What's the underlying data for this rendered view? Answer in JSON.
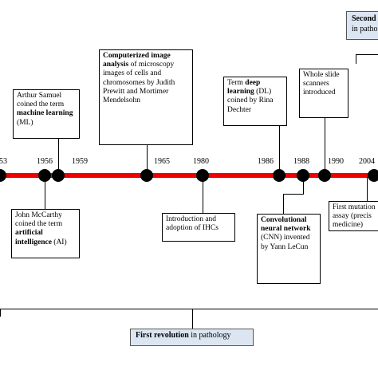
{
  "years": [
    "53",
    "1956",
    "1959",
    "1965",
    "1980",
    "1986",
    "1988",
    "1990",
    "2004"
  ],
  "events": {
    "samuel": {
      "pre": "Arthur Samuel coined the term ",
      "bold": "machine learning",
      "post": " (ML)"
    },
    "mccarthy": {
      "pre": "John McCarthy coined the term ",
      "bold": "artificial intelligence",
      "post": " (AI)"
    },
    "image_analysis": {
      "pre": "",
      "bold": "Computerized image analysis",
      "post": " of microscopy images of cells and chromosomes by Judith Prewitt and Mortimer Mendelsohn"
    },
    "ihc": {
      "text": "Introduction and adoption of IHCs"
    },
    "deep_learning": {
      "pre": "Term ",
      "bold": "deep learning",
      "post": " (DL) coined by Rina Dechter"
    },
    "cnn": {
      "pre": "",
      "bold": "Convolutional neural network",
      "post": " (CNN) invented by Yann LeCun"
    },
    "scanners": {
      "text": "Whole slide scanners introduced"
    },
    "mutation": {
      "text": "First mutation assay (precis medicine)"
    }
  },
  "revolutions": {
    "first": {
      "bold": "First revolution",
      "post": " in pathology"
    },
    "second": {
      "bold": "Second",
      "post": "in patho"
    }
  }
}
